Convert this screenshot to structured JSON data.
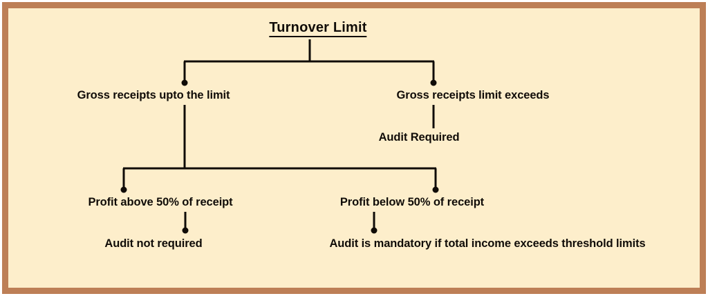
{
  "diagram": {
    "title": "Turnover Limit",
    "frame_color": "#bd7f56",
    "background_color": "#fdeecb",
    "line_color": "#100c08",
    "text_color": "#100c08",
    "nodes": [
      {
        "id": "root",
        "label": "Turnover Limit"
      },
      {
        "id": "upto_limit",
        "label": "Gross receipts upto the limit"
      },
      {
        "id": "limit_exceeds",
        "label": "Gross receipts limit exceeds"
      },
      {
        "id": "audit_required",
        "label": "Audit Required"
      },
      {
        "id": "profit_above",
        "label": "Profit above 50% of receipt"
      },
      {
        "id": "profit_below",
        "label": "Profit below 50% of receipt"
      },
      {
        "id": "audit_not_required",
        "label": "Audit not required"
      },
      {
        "id": "audit_mandatory",
        "label": "Audit is mandatory if total income exceeds threshold limits"
      }
    ],
    "edges": [
      {
        "from": "root",
        "to": "upto_limit"
      },
      {
        "from": "root",
        "to": "limit_exceeds"
      },
      {
        "from": "limit_exceeds",
        "to": "audit_required"
      },
      {
        "from": "upto_limit",
        "to": "profit_above"
      },
      {
        "from": "upto_limit",
        "to": "profit_below"
      },
      {
        "from": "profit_above",
        "to": "audit_not_required"
      },
      {
        "from": "profit_below",
        "to": "audit_mandatory"
      }
    ]
  }
}
